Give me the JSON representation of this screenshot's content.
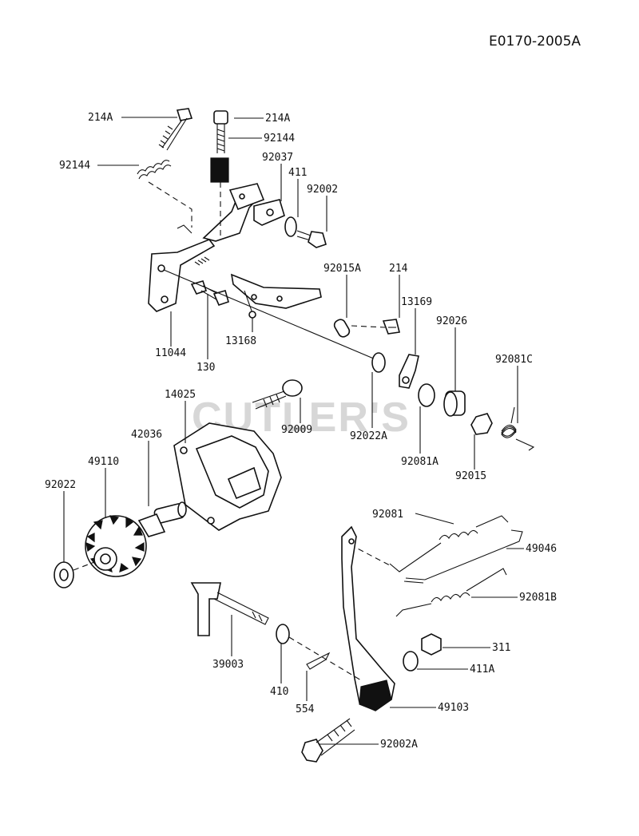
{
  "diagram_code": "E0170-2005A",
  "watermark": "CUTLER'S",
  "parts": [
    {
      "id": "p214A_1",
      "label": "214A"
    },
    {
      "id": "p214A_2",
      "label": "214A"
    },
    {
      "id": "p92144_1",
      "label": "92144"
    },
    {
      "id": "p92144_2",
      "label": "92144"
    },
    {
      "id": "p92037",
      "label": "92037"
    },
    {
      "id": "p411",
      "label": "411"
    },
    {
      "id": "p92002",
      "label": "92002"
    },
    {
      "id": "p92015A",
      "label": "92015A"
    },
    {
      "id": "p214",
      "label": "214"
    },
    {
      "id": "p13169",
      "label": "13169"
    },
    {
      "id": "p92026",
      "label": "92026"
    },
    {
      "id": "p92081C",
      "label": "92081C"
    },
    {
      "id": "p11044",
      "label": "11044"
    },
    {
      "id": "p130",
      "label": "130"
    },
    {
      "id": "p13168",
      "label": "13168"
    },
    {
      "id": "p14025",
      "label": "14025"
    },
    {
      "id": "p92009",
      "label": "92009"
    },
    {
      "id": "p92022A",
      "label": "92022A"
    },
    {
      "id": "p92081A",
      "label": "92081A"
    },
    {
      "id": "p92015",
      "label": "92015"
    },
    {
      "id": "p42036",
      "label": "42036"
    },
    {
      "id": "p49110",
      "label": "49110"
    },
    {
      "id": "p92022",
      "label": "92022"
    },
    {
      "id": "p92081",
      "label": "92081"
    },
    {
      "id": "p49046",
      "label": "49046"
    },
    {
      "id": "p92081B",
      "label": "92081B"
    },
    {
      "id": "p311",
      "label": "311"
    },
    {
      "id": "p411A",
      "label": "411A"
    },
    {
      "id": "p39003",
      "label": "39003"
    },
    {
      "id": "p410",
      "label": "410"
    },
    {
      "id": "p554",
      "label": "554"
    },
    {
      "id": "p49103",
      "label": "49103"
    },
    {
      "id": "p92002A",
      "label": "92002A"
    }
  ]
}
